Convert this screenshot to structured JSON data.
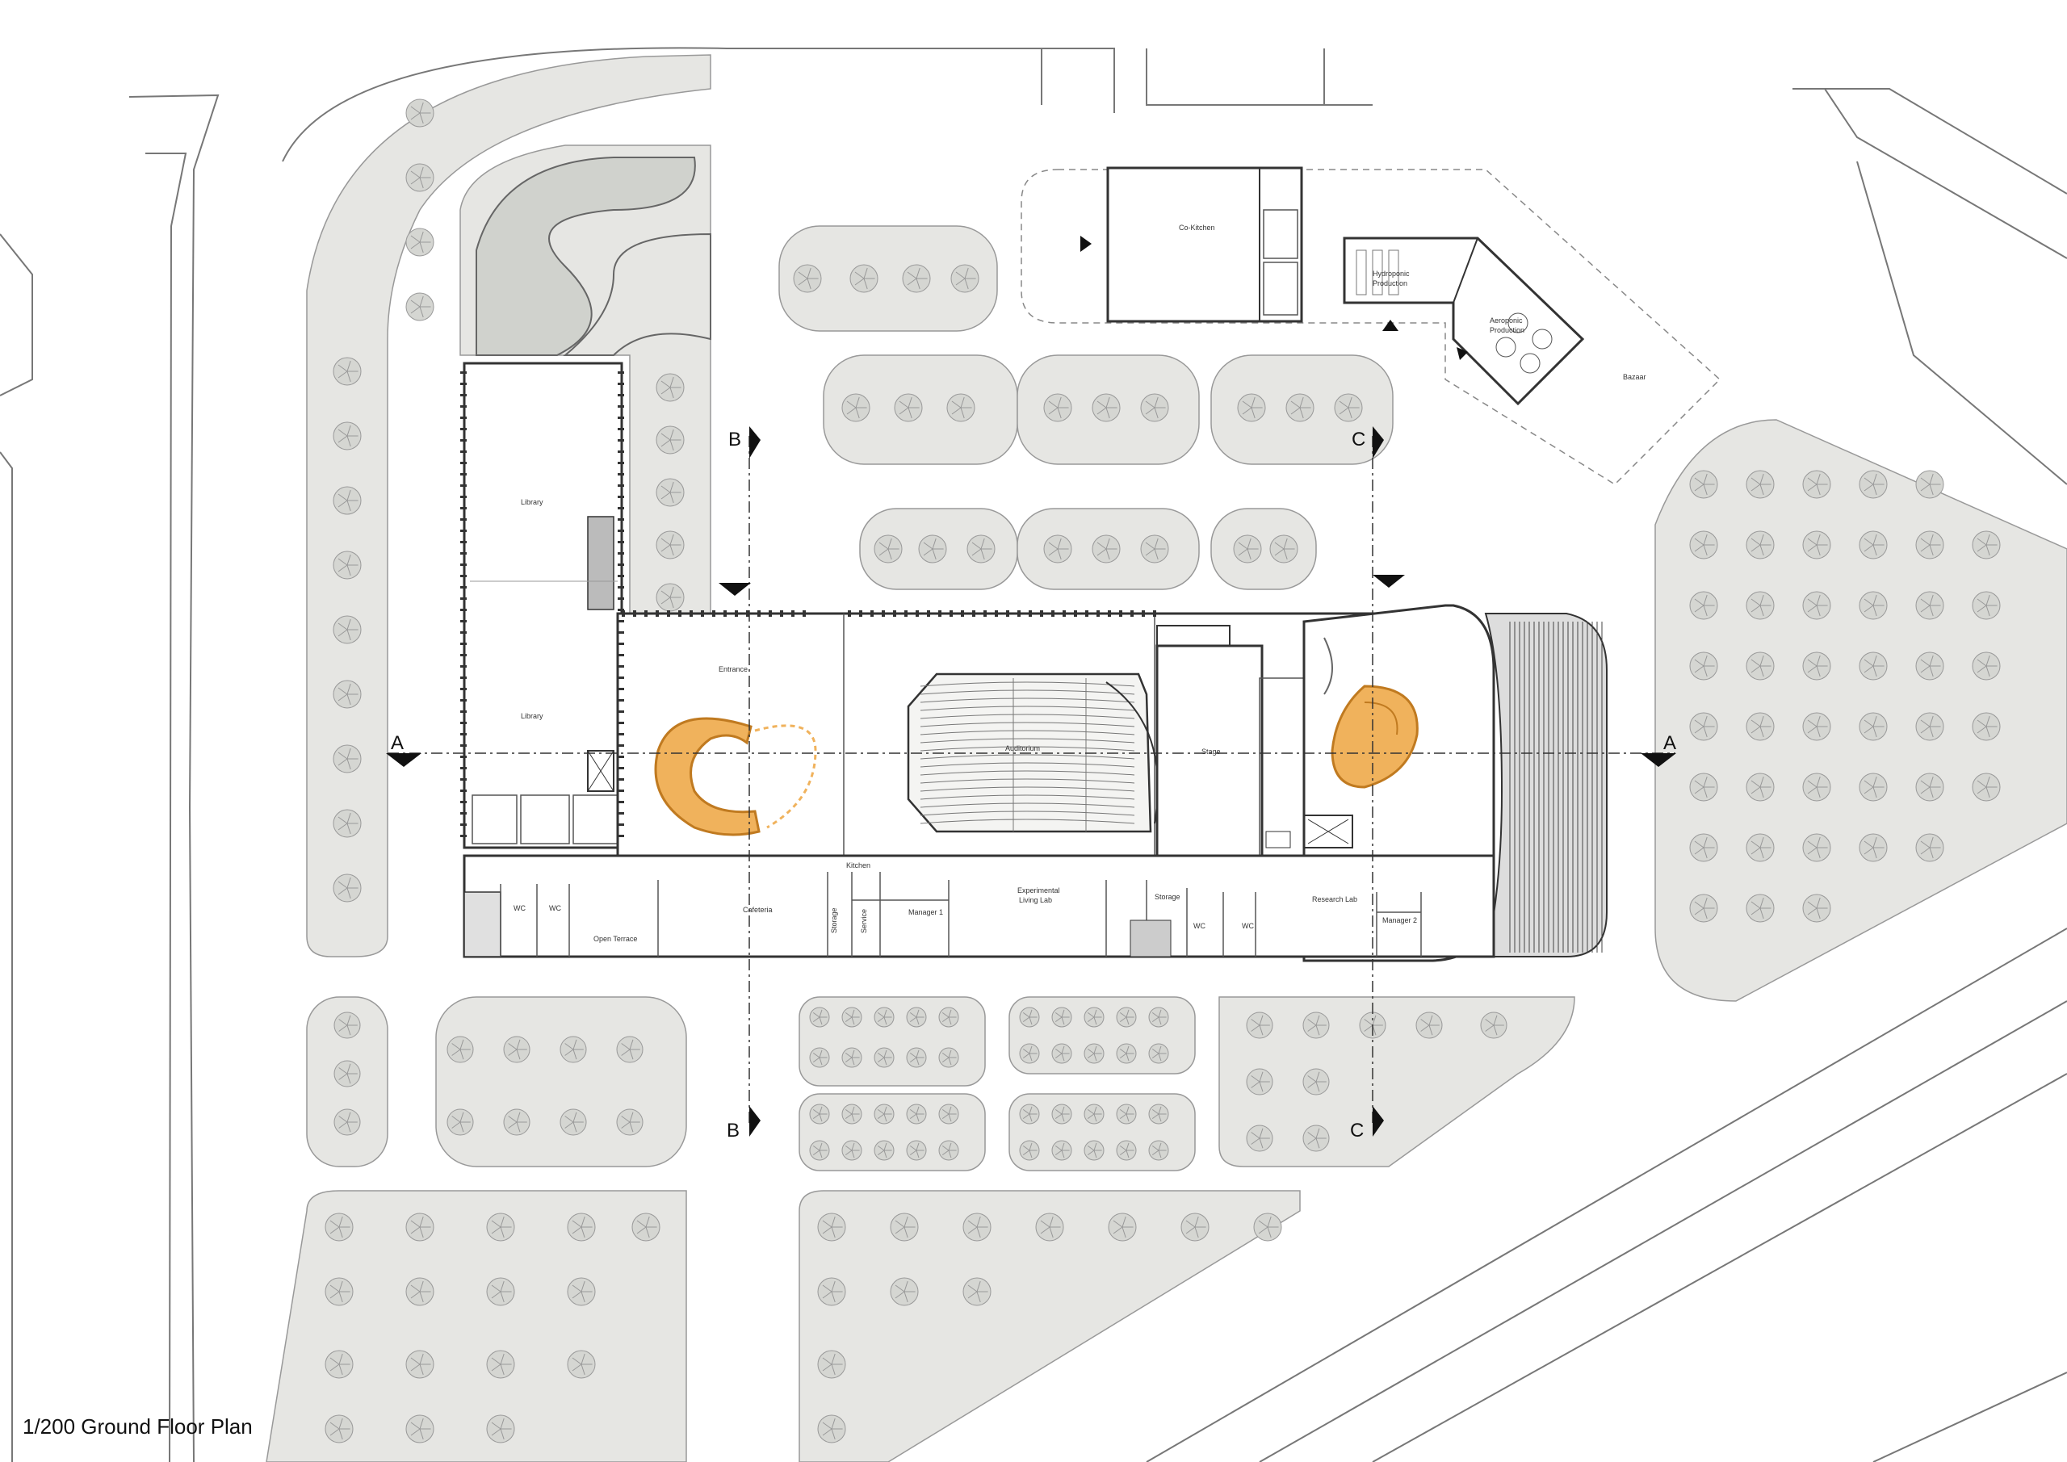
{
  "caption": "1/200 Ground Floor Plan",
  "sections": {
    "a": "A",
    "b": "B",
    "c": "C"
  },
  "rooms": {
    "library_top": "Library",
    "library": "Library",
    "entrance": "Entrance",
    "auditorium": "Auditorium",
    "stage": "Stage",
    "kitchen": "Kitchen",
    "cafeteria": "Cafeteria",
    "open_terrace": "Open Terrace",
    "wc": "WC",
    "storage": "Storage",
    "service": "Service",
    "manager_1": "Manager 1",
    "manager_2": "Manager 2",
    "exp_lab_1": "Experimental",
    "exp_lab_2": "Living Lab",
    "research_lab": "Research Lab",
    "co_kitchen": "Co-Kitchen",
    "hydroponic_1": "Hydroponic",
    "hydroponic_2": "Production",
    "aeroponic_1": "Aeroponic",
    "aeroponic_2": "Production",
    "bazaar": "Bazaar"
  },
  "colors": {
    "landscape": "#e6e6e3",
    "line": "#555555",
    "accent": "#f0b25c",
    "accent_stroke": "#c07a20"
  }
}
